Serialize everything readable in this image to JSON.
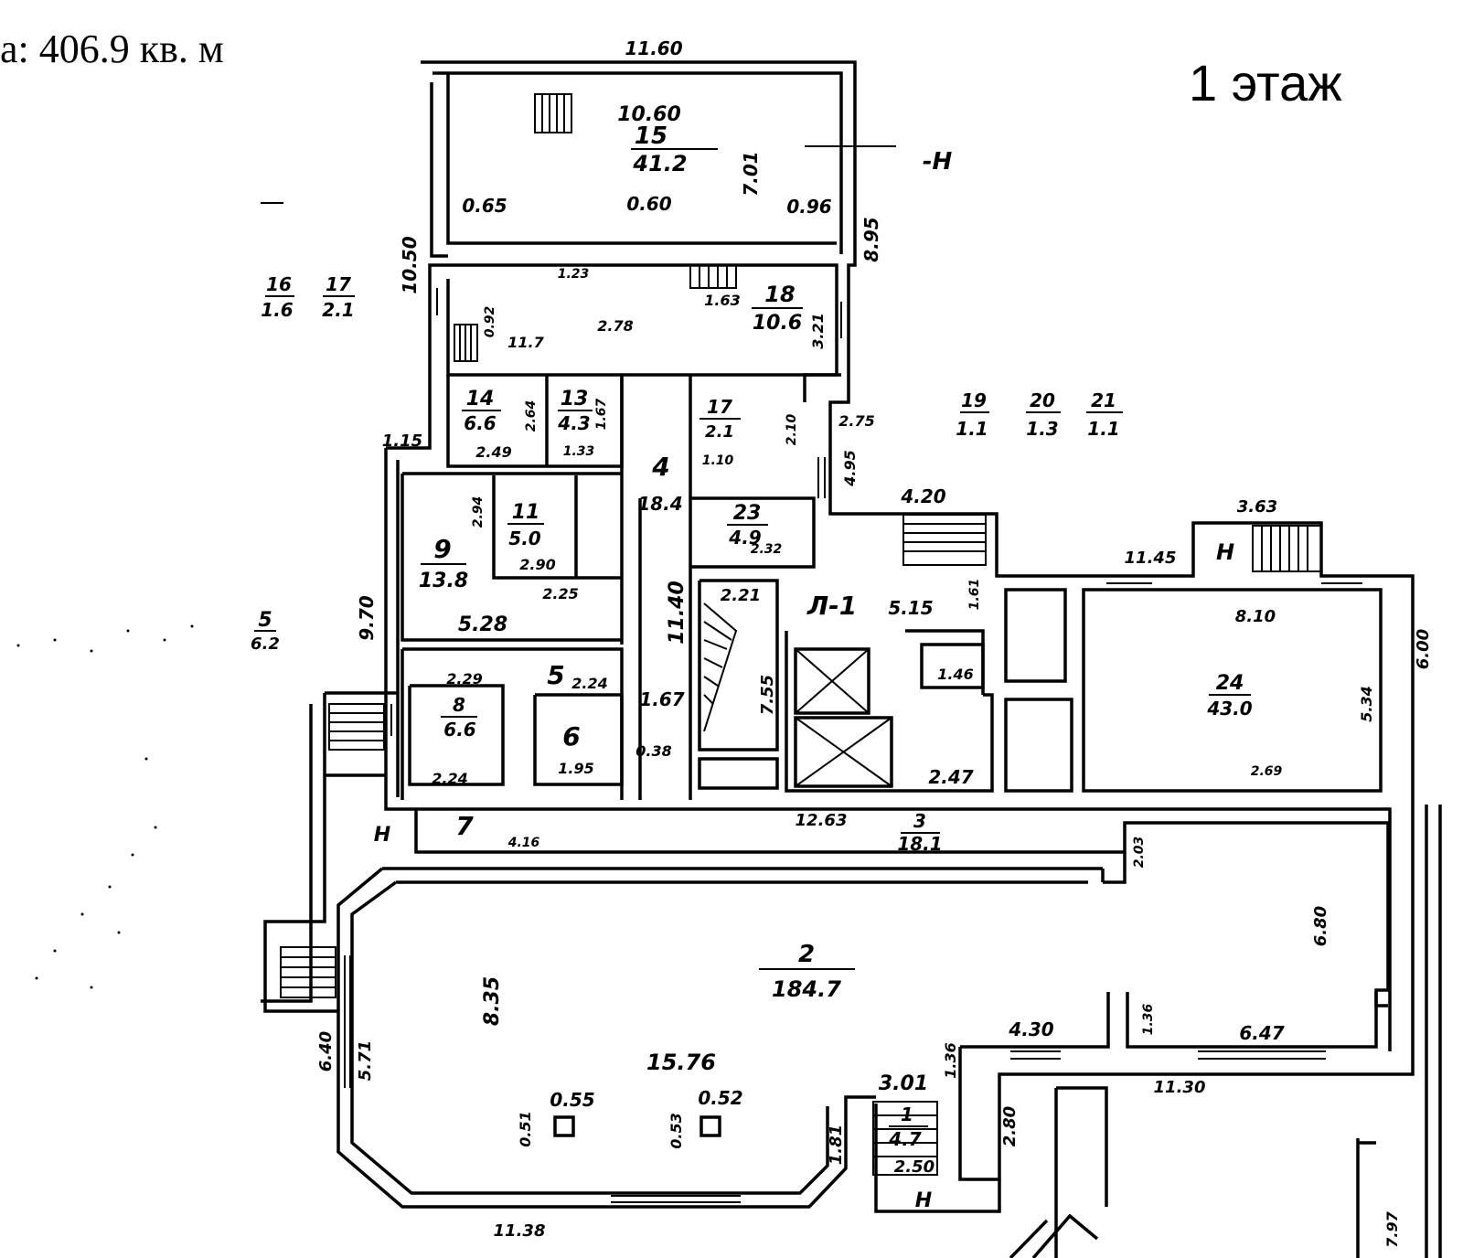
{
  "header": {
    "area_text": "а: 406.9 кв. м",
    "floor_label": "1 этаж"
  },
  "plan": {
    "rooms": [
      {
        "no": "15",
        "area": "41.2"
      },
      {
        "no": "18",
        "area": "10.6"
      },
      {
        "no": "14",
        "area": "6.6"
      },
      {
        "no": "13",
        "area": "4.3"
      },
      {
        "no": "17",
        "area": "2.1"
      },
      {
        "no": "4",
        "area": ""
      },
      {
        "no": "23",
        "area": "4.9"
      },
      {
        "no": "9",
        "area": "13.8"
      },
      {
        "no": "11",
        "area": "5.0"
      },
      {
        "no": "8",
        "area": "6.6"
      },
      {
        "no": "5",
        "area": ""
      },
      {
        "no": "6",
        "area": ""
      },
      {
        "no": "24",
        "area": "43.0"
      },
      {
        "no": "2",
        "area": "184.7"
      },
      {
        "no": "3",
        "area": "18.1"
      },
      {
        "no": "7",
        "area": ""
      },
      {
        "no": "1",
        "area": "4.7"
      }
    ],
    "legend_fractions": [
      {
        "no": "16",
        "area": "1.6"
      },
      {
        "no": "17",
        "area": "2.1"
      },
      {
        "no": "19",
        "area": "1.1"
      },
      {
        "no": "20",
        "area": "1.3"
      },
      {
        "no": "21",
        "area": "1.1"
      },
      {
        "no": "5",
        "area": "6.2"
      }
    ],
    "stair_label": "Л-1",
    "marks": {
      "n": "Н",
      "minus_n": "-Н"
    },
    "dims": {
      "d1160": "11.60",
      "d1060": "10.60",
      "d701": "7.01",
      "d065": "0.65",
      "d060": "0.60",
      "d096": "0.96",
      "d895": "8.95",
      "d1050": "10.50",
      "d123": "1.23",
      "d278": "2.78",
      "d163": "1.63",
      "d321": "3.21",
      "d117": "11.7",
      "d092": "0.92",
      "d115": "1.15",
      "d249": "2.49",
      "d264": "2.64",
      "d167a": "1.67",
      "d133": "1.33",
      "d275": "2.75",
      "d110": "1.10",
      "d210": "2.10",
      "d495": "4.95",
      "d420": "4.20",
      "d184": "18.4",
      "d232": "2.32",
      "d294": "2.94",
      "d290": "2.90",
      "d225": "2.25",
      "d528": "5.28",
      "d970": "9.70",
      "d1140": "11.40",
      "d221": "2.21",
      "d515": "5.15",
      "d161": "1.61",
      "d755": "7.55",
      "d146": "1.46",
      "d247": "2.47",
      "d363": "3.63",
      "d1145": "11.45",
      "d810": "8.10",
      "d600": "6.00",
      "d534": "5.34",
      "d269": "2.69",
      "d229": "2.29",
      "d224a": "2.24",
      "d224b": "2.24",
      "d167b": "1.67",
      "d195": "1.95",
      "d038": "0.38",
      "d1263": "12.63",
      "d416": "4.16",
      "d203": "2.03",
      "d835": "8.35",
      "d1576": "15.76",
      "d055": "0.55",
      "d052": "0.52",
      "d051": "0.51",
      "d053": "0.53",
      "d640": "6.40",
      "d571": "5.71",
      "d430": "4.30",
      "d647": "6.47",
      "d1130": "11.30",
      "d301": "3.01",
      "d136a": "1.36",
      "d136b": "1.36",
      "d181": "1.81",
      "d250": "2.50",
      "d280": "2.80",
      "d680": "6.80",
      "d1138": "11.38",
      "d797": "7.97"
    }
  }
}
